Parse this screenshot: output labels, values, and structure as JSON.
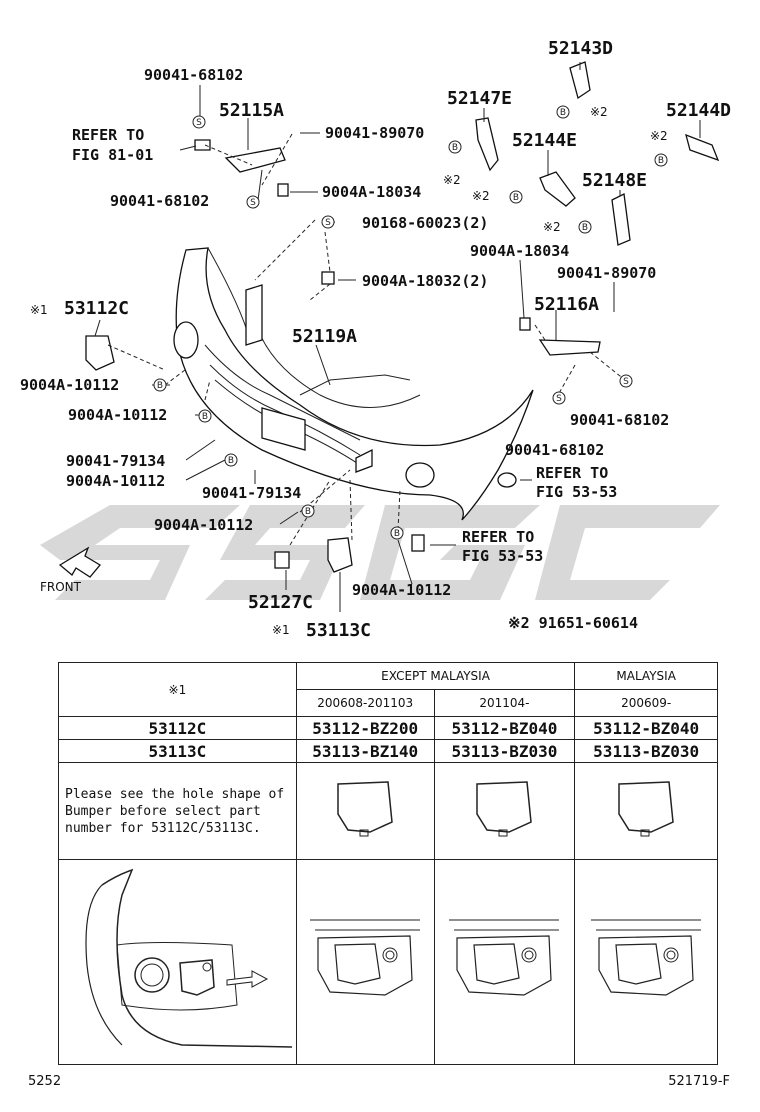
{
  "labels": {
    "p52143D": "52143D",
    "p52144D": "52144D",
    "p52147E": "52147E",
    "p52144E": "52144E",
    "p52148E": "52148E",
    "p52115A": "52115A",
    "p52116A": "52116A",
    "p52119A": "52119A",
    "p53112C": "53112C",
    "p53113C": "53113C",
    "p52127C": "52127C",
    "b90041_68102_a": "90041-68102",
    "b90041_68102_b": "90041-68102",
    "b90041_68102_c": "90041-68102",
    "b90041_68102_d": "90041-68102",
    "b90041_89070_a": "90041-89070",
    "b90041_89070_b": "90041-89070",
    "b9004A_18034_a": "9004A-18034",
    "b9004A_18034_b": "9004A-18034",
    "b90168": "90168-60023(2)",
    "b9004A_18032": "9004A-18032(2)",
    "b9004A_10112_a": "9004A-10112",
    "b9004A_10112_b": "9004A-10112",
    "b9004A_10112_c": "9004A-10112",
    "b9004A_10112_d": "9004A-10112",
    "b9004A_10112_e": "9004A-10112",
    "b90041_79134_a": "90041-79134",
    "b90041_79134_b": "90041-79134",
    "refer1_a": "REFER TO",
    "refer1_b": "FIG 81-01",
    "refer2_a": "REFER TO",
    "refer2_b": "FIG 53-53",
    "refer3_a": "REFER TO",
    "refer3_b": "FIG 53-53",
    "front": "FRONT",
    "note1_mark": "※1",
    "note2_mark": "※2",
    "mark1_a": "※1",
    "mark1_b": "※1",
    "mark2_a": "※2",
    "mark2_b": "※2",
    "mark2_c": "※2",
    "mark2_d": "※2",
    "mark2_e": "※2",
    "note2_part": "※2 91651-60614",
    "sym_s": "S",
    "sym_b": "B"
  },
  "table": {
    "corner": "※1",
    "except_malaysia": "EXCEPT MALAYSIA",
    "malaysia": "MALAYSIA",
    "period1": "200608-201103",
    "period2": "201104-",
    "period3": "200609-",
    "rows": [
      {
        "part": "53112C",
        "v1": "53112-BZ200",
        "v2": "53112-BZ040",
        "v3": "53112-BZ040"
      },
      {
        "part": "53113C",
        "v1": "53113-BZ140",
        "v2": "53113-BZ030",
        "v3": "53113-BZ030"
      }
    ],
    "note": "Please see the hole shape of Bumper before select part number for 53112C/53113C."
  },
  "footer": {
    "left": "5252",
    "right": "521719-F"
  }
}
